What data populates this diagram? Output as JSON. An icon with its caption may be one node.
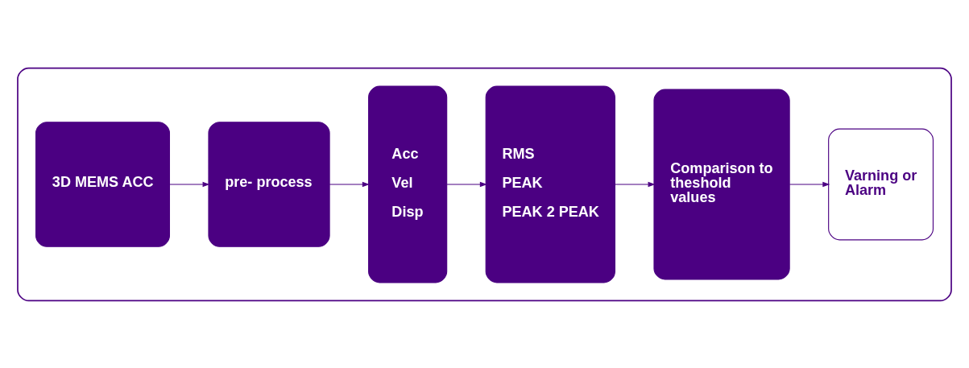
{
  "diagram": {
    "nodes": [
      {
        "text": [],
        "shape": "box"
      },
      {
        "text": [
          "3D MEMS ACC"
        ],
        "in": 0
      },
      {
        "text": [
          "pre- process"
        ],
        "in": 0
      },
      {
        "text": [
          "Acc",
          "Vel",
          "Disp"
        ],
        "in": 0
      },
      {
        "text": [
          "RMS",
          "PEAK",
          "PEAK 2 PEAK"
        ],
        "in": 0
      },
      {
        "text": [
          "Comparison to theshold values"
        ],
        "in": 0
      },
      {
        "text": [
          "Varning or Alarm"
        ],
        "in": 0
      }
    ],
    "edges": [
      {
        "from": 1,
        "to": 2,
        "arrow": "to"
      },
      {
        "from": 2,
        "to": 3,
        "arrow": "to"
      },
      {
        "from": 3,
        "to": 4,
        "arrow": "to"
      },
      {
        "from": 4,
        "to": 5,
        "arrow": "to"
      },
      {
        "from": 5,
        "to": 6,
        "arrow": "to"
      }
    ]
  }
}
